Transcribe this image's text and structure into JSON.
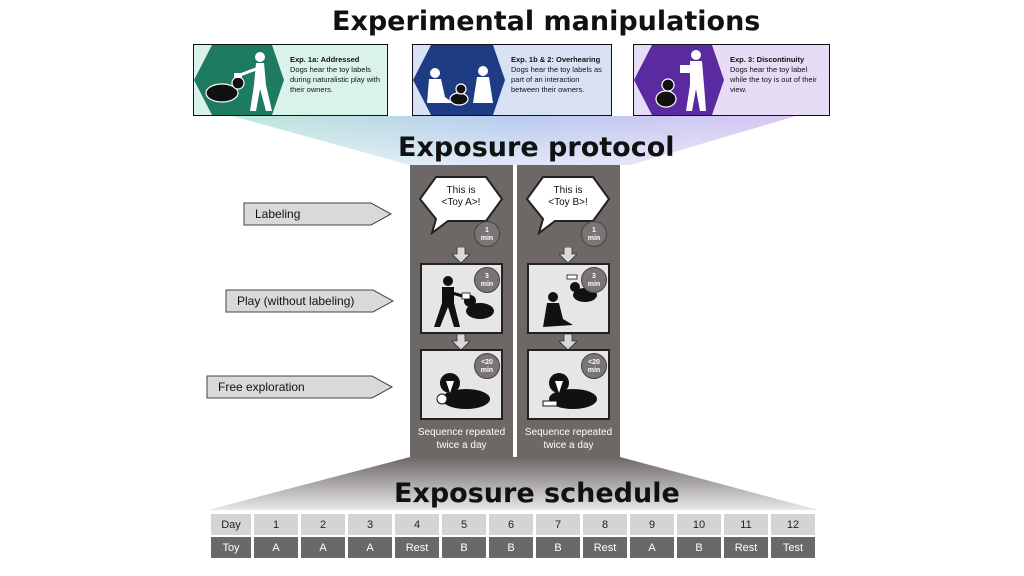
{
  "titles": {
    "manipulations": "Experimental manipulations",
    "protocol": "Exposure protocol",
    "schedule": "Exposure schedule"
  },
  "experiments": [
    {
      "title": "Exp. 1a: Addressed",
      "desc": "Dogs hear the toy labels during naturalistic play with their owners.",
      "color": "#1f7a62",
      "bg": "#d9f2ea"
    },
    {
      "title": "Exp. 1b & 2: Overhearing",
      "desc": "Dogs hear the toy labels as part of an interaction between their owners.",
      "color": "#1d3c84",
      "bg": "#d9e2f5"
    },
    {
      "title": "Exp. 3: Discontinuity",
      "desc": "Dogs hear the toy label while the toy is out of their view.",
      "color": "#5a2aa0",
      "bg": "#e6dcf5"
    }
  ],
  "steps": [
    {
      "label": "Labeling"
    },
    {
      "label": "Play (without labeling)"
    },
    {
      "label": "Free exploration"
    }
  ],
  "columns": [
    {
      "bubble_line1": "This is",
      "bubble_line2": "<Toy A>!",
      "t1_num": "1",
      "t2_num": "3",
      "t3_num": "<20",
      "unit": "min",
      "seq_line1": "Sequence repeated",
      "seq_line2": "twice a day"
    },
    {
      "bubble_line1": "This is",
      "bubble_line2": "<Toy B>!",
      "t1_num": "1",
      "t2_num": "3",
      "t3_num": "<20",
      "unit": "min",
      "seq_line1": "Sequence repeated",
      "seq_line2": "twice a day"
    }
  ],
  "schedule": {
    "row1_header": "Day",
    "row2_header": "Toy",
    "days": [
      "1",
      "2",
      "3",
      "4",
      "5",
      "6",
      "7",
      "8",
      "9",
      "10",
      "11",
      "12"
    ],
    "toys": [
      "A",
      "A",
      "A",
      "Rest",
      "B",
      "B",
      "B",
      "Rest",
      "A",
      "B",
      "Rest",
      "Test"
    ]
  }
}
